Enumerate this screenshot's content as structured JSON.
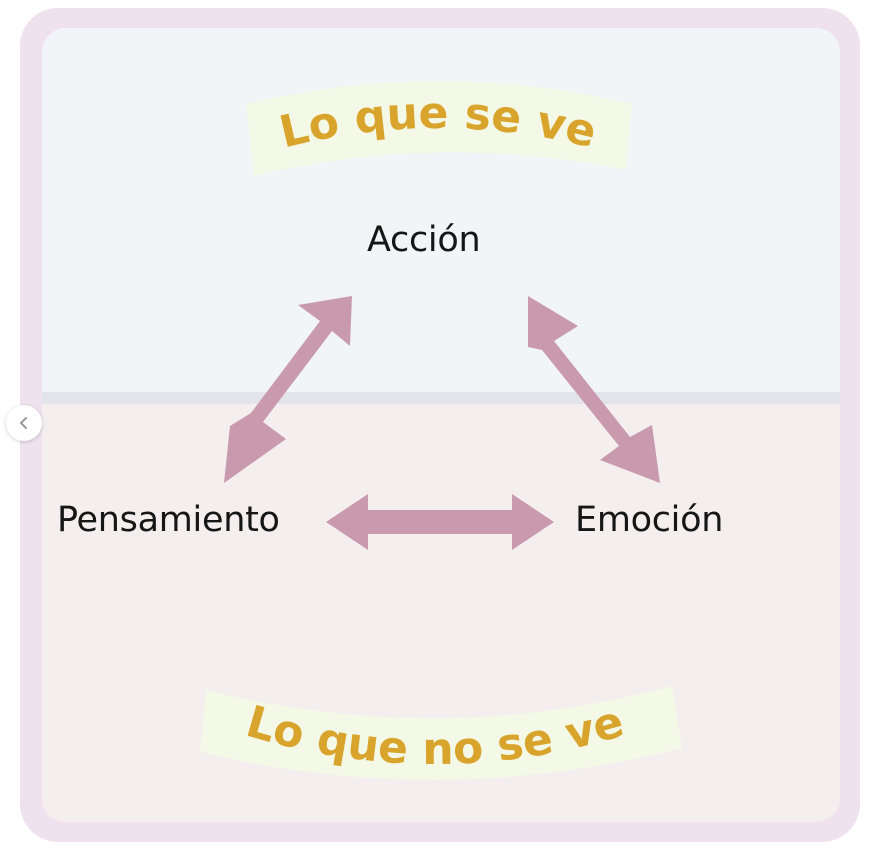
{
  "diagram": {
    "top_banner": "Lo que se ve",
    "bottom_banner": "Lo que no se ve",
    "nodes": {
      "top": "Acción",
      "left": "Pensamiento",
      "right": "Emoción"
    }
  },
  "colors": {
    "arrow": "#c99aae",
    "banner_text": "#d9a42c",
    "banner_bg": "#f4f8e6",
    "top_region": "#f1f5f8",
    "bottom_region": "#f4eeef",
    "frame": "#efe2ee"
  },
  "icons": {
    "nav": "chevron-left-icon"
  }
}
